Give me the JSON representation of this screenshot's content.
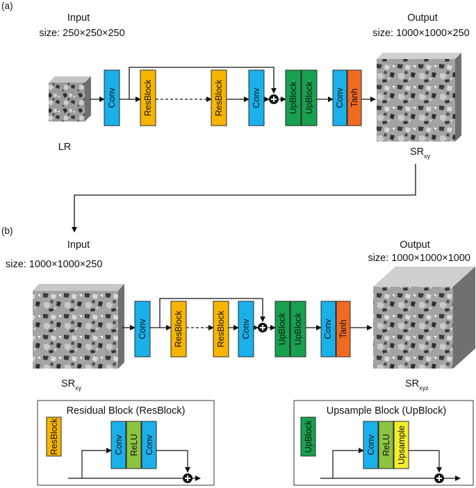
{
  "colors": {
    "conv": "#1ab0ea",
    "resblock": "#f7b500",
    "upblock": "#17a04f",
    "tanh": "#f06a22",
    "relu": "#8cc441",
    "upsample": "#f4ee2e",
    "block_stroke": "#2a2a2a"
  },
  "icons": {
    "add": "circled-plus-icon",
    "arrow": "arrow-right-icon",
    "volume": "porous-rock-cube-image"
  },
  "panel_a": {
    "tag": "(a)",
    "input_title": "Input",
    "input_size": "size: 250×250×250",
    "output_title": "Output",
    "output_size": "size: 1000×1000×250",
    "input_name": "LR",
    "output_name_main": "SR",
    "output_name_sub": "xy",
    "blocks": {
      "conv1": "Conv",
      "res1": "ResBlock",
      "res2": "ResBlock",
      "conv2": "Conv",
      "up1": "UpBlock",
      "up2": "UpBlock",
      "conv3": "Conv",
      "tanh": "Tanh"
    }
  },
  "panel_b": {
    "tag": "(b)",
    "input_title": "Input",
    "input_size": "size: 1000×1000×250",
    "output_title": "Output",
    "output_size": "size: 1000×1000×1000",
    "input_name_main": "SR",
    "input_name_sub": "xy",
    "output_name_main": "SR",
    "output_name_sub": "xyz",
    "blocks": {
      "conv1": "Conv",
      "res1": "ResBlock",
      "res2": "ResBlock",
      "conv2": "Conv",
      "up1": "UpBlock",
      "up2": "UpBlock",
      "conv3": "Conv",
      "tanh": "Tanh"
    }
  },
  "legend_res": {
    "title": "Residual Block (ResBlock)",
    "key": "ResBlock",
    "conv1": "Conv",
    "relu": "ReLU",
    "conv2": "Conv"
  },
  "legend_up": {
    "title": "Upsample Block (UpBlock)",
    "key": "UpBlock",
    "conv": "Conv",
    "relu": "ReLU",
    "upsample": "Upsample"
  }
}
